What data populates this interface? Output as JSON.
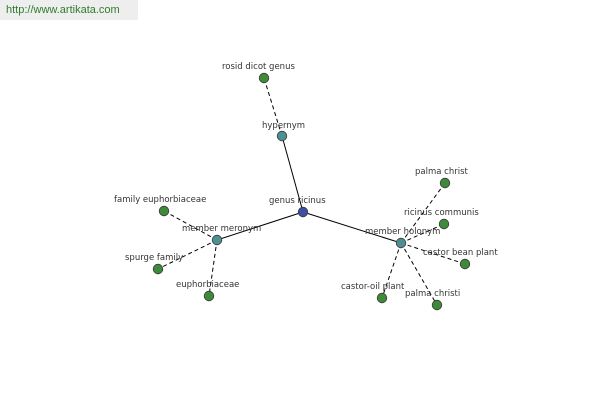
{
  "watermark": {
    "text": "http://www.artikata.com"
  },
  "colors": {
    "center_node": "#3e4ea3",
    "relation_node": "#4e8f94",
    "leaf_node": "#3f8a3a"
  },
  "graph": {
    "center": {
      "id": "center",
      "label": "genus ricinus",
      "kind": "center"
    },
    "relations": [
      {
        "id": "hypernym",
        "label": "hypernym",
        "kind": "relation"
      },
      {
        "id": "meronym",
        "label": "member meronym",
        "kind": "relation"
      },
      {
        "id": "holonym",
        "label": "member holonym",
        "kind": "relation"
      }
    ],
    "leaves": [
      {
        "id": "rosid",
        "label": "rosid dicot genus",
        "parent": "hypernym"
      },
      {
        "id": "famEuph",
        "label": "family euphorbiaceae",
        "parent": "meronym"
      },
      {
        "id": "spurge",
        "label": "spurge family",
        "parent": "meronym"
      },
      {
        "id": "euph",
        "label": "euphorbiaceae",
        "parent": "meronym"
      },
      {
        "id": "palmaChrist",
        "label": "palma christ",
        "parent": "holonym"
      },
      {
        "id": "ricComm",
        "label": "ricinus communis",
        "parent": "holonym"
      },
      {
        "id": "castorBean",
        "label": "castor bean plant",
        "parent": "holonym"
      },
      {
        "id": "castorOil",
        "label": "castor-oil plant",
        "parent": "holonym"
      },
      {
        "id": "palmaChristi",
        "label": "palma christi",
        "parent": "holonym"
      }
    ]
  }
}
